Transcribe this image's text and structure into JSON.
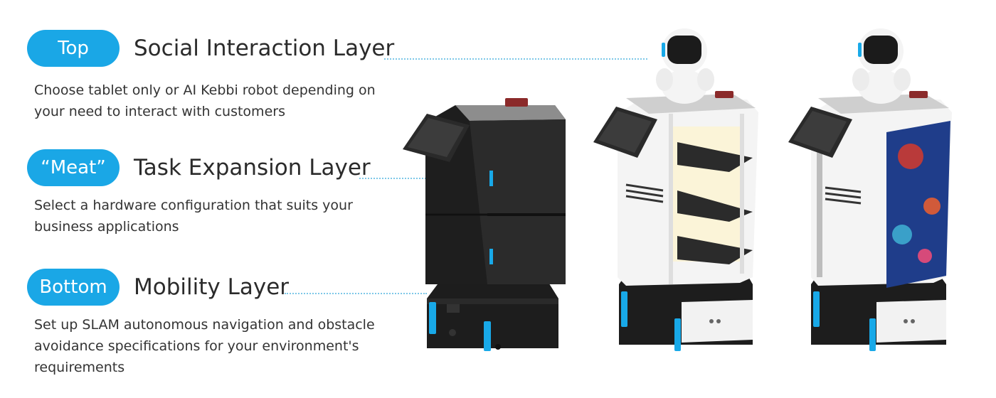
{
  "layers": [
    {
      "tag": "Top",
      "title": "Social Interaction Layer",
      "description": "Choose tablet only or AI Kebbi robot depending on your need to interact with customers"
    },
    {
      "tag": "“Meat”",
      "title": "Task Expansion Layer",
      "description": "Select a hardware configuration that suits your business applications"
    },
    {
      "tag": "Bottom",
      "title": "Mobility Layer",
      "description": "Set up SLAM autonomous navigation and obstacle avoidance specifications for your environment's requirements"
    }
  ],
  "colors": {
    "accent": "#1aa7e6",
    "dotted_line": "#7ec8e8",
    "text": "#333333"
  }
}
